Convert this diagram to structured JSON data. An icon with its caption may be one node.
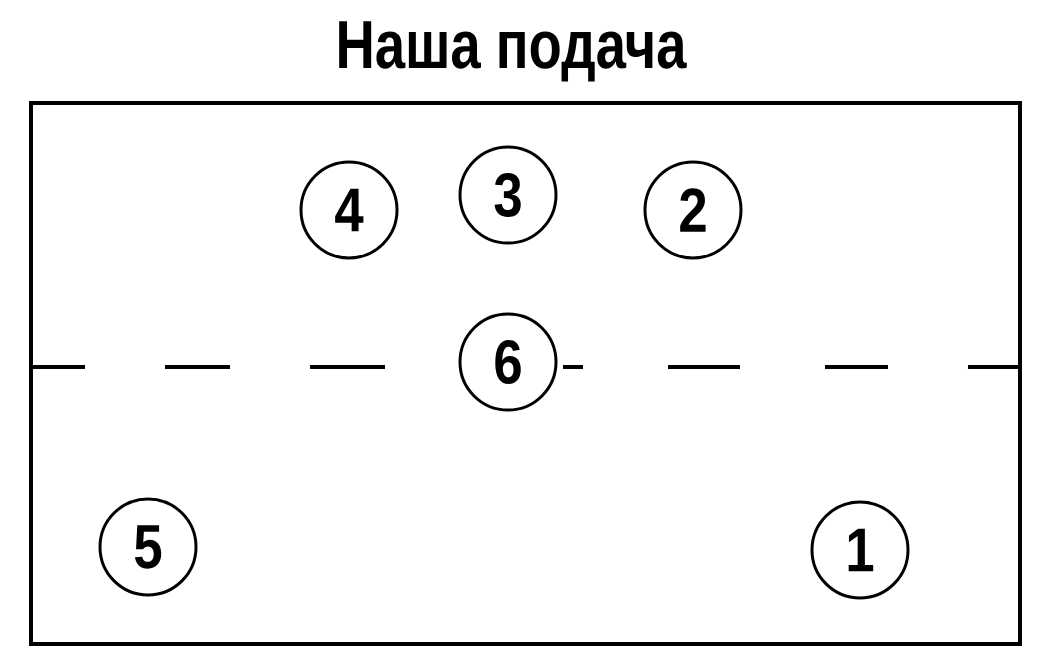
{
  "diagram": {
    "title": "Наша подача",
    "nodes": [
      {
        "text": [],
        "shape": "box"
      },
      {
        "text": [
          "4"
        ],
        "in": 0
      },
      {
        "text": [
          "3"
        ],
        "in": 0
      },
      {
        "text": [
          "2"
        ],
        "in": 0
      },
      {
        "text": [
          "6"
        ],
        "in": 0
      },
      {
        "text": [
          "5"
        ],
        "in": 0
      },
      {
        "text": [
          "1"
        ],
        "in": 0
      }
    ]
  }
}
